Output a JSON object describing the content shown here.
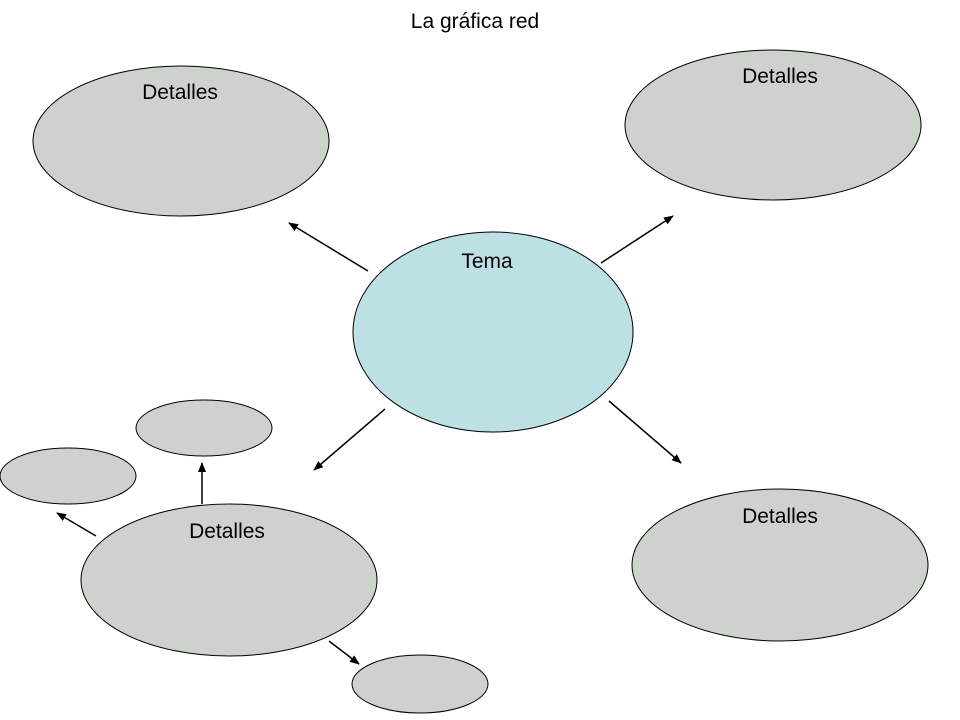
{
  "title": "La gráfica red",
  "colors": {
    "center_fill": "#bde0e4",
    "detail_fill": "#cdd3cc",
    "stroke": "#000000",
    "background": "#ffffff"
  },
  "center": {
    "label": "Tema"
  },
  "details": [
    {
      "label": "Detalles"
    },
    {
      "label": "Detalles"
    },
    {
      "label": "Detalles"
    },
    {
      "label": "Detalles"
    }
  ],
  "sub_bubbles": [
    {
      "label": ""
    },
    {
      "label": ""
    },
    {
      "label": ""
    }
  ]
}
